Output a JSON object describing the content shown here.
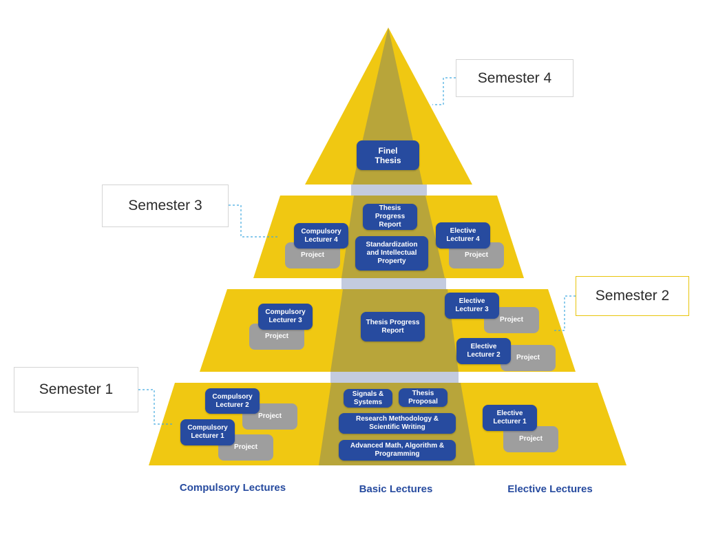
{
  "colors": {
    "tier": "#f0c812",
    "basic_column": "#b8a53a",
    "gap": "#c3cbdf",
    "lecture": "#274b9f",
    "project": "#9e9e9e",
    "label_text": "#274b9f"
  },
  "semesters": [
    {
      "id": "s1",
      "label": "Semester 1"
    },
    {
      "id": "s2",
      "label": "Semester 2"
    },
    {
      "id": "s3",
      "label": "Semester 3"
    },
    {
      "id": "s4",
      "label": "Semester 4"
    }
  ],
  "column_labels": {
    "compulsory": "Compulsory Lectures",
    "basic": "Basic Lectures",
    "elective": "Elective Lectures"
  },
  "semester4": {
    "final_thesis": "Finel\nThesis"
  },
  "semester3": {
    "compulsory": "Compulsory\nLecturer 4",
    "compulsory_project": "Project",
    "thesis_progress": "Thesis\nProgress\nReport",
    "standardization": "Standardization\nand Intellectual\nProperty",
    "elective": "Elective\nLecturer 4",
    "elective_project": "Project"
  },
  "semester2": {
    "compulsory": "Compulsory\nLecturer 3",
    "compulsory_project": "Project",
    "thesis_progress": "Thesis Progress\nReport",
    "elective_3": "Elective\nLecturer 3",
    "elective_3_project": "Project",
    "elective_2": "Elective\nLecturer 2",
    "elective_2_project": "Project"
  },
  "semester1": {
    "compulsory_2": "Compulsory\nLecturer 2",
    "compulsory_2_project": "Project",
    "compulsory_1": "Compulsory\nLecturer 1",
    "compulsory_1_project": "Project",
    "signals": "Signals &\nSystems",
    "thesis_proposal": "Thesis\nProposal",
    "research_methodology": "Research Methodology &\nScientific Writing",
    "advanced_math": "Advanced Math, Algorithm &\nProgramming",
    "elective_1": "Elective\nLecturer 1",
    "elective_1_project": "Project"
  }
}
